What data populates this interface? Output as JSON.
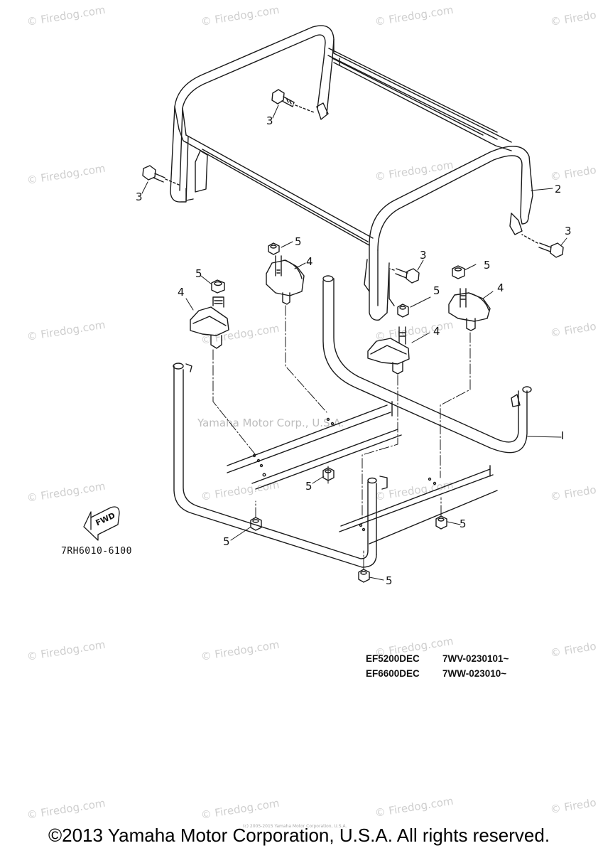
{
  "watermark_text": "© Firedog.com",
  "watermark_text_short": "© Firedo",
  "center_watermark": "Yamaha Motor Corp., U.S.A.",
  "part_labels": {
    "frame_upper": "2",
    "frame_lower": "I",
    "bolt": "3",
    "mount": "4",
    "nut": "5"
  },
  "fwd_label": "FWD",
  "diagram_code": "7RH6010-6100",
  "models": [
    {
      "code": "EF5200DEC",
      "serial": "7WV-0230101~"
    },
    {
      "code": "EF6600DEC",
      "serial": "7WW-023010~"
    }
  ],
  "copyright": "©2013 Yamaha Motor Corporation, U.S.A. All rights reserved.",
  "tiny_note": "(c) 2005-2015 Yamaha Motor Corporation, U.S.A.",
  "colors": {
    "line": "#1a1a1a",
    "watermark": "#cfcfcf"
  }
}
